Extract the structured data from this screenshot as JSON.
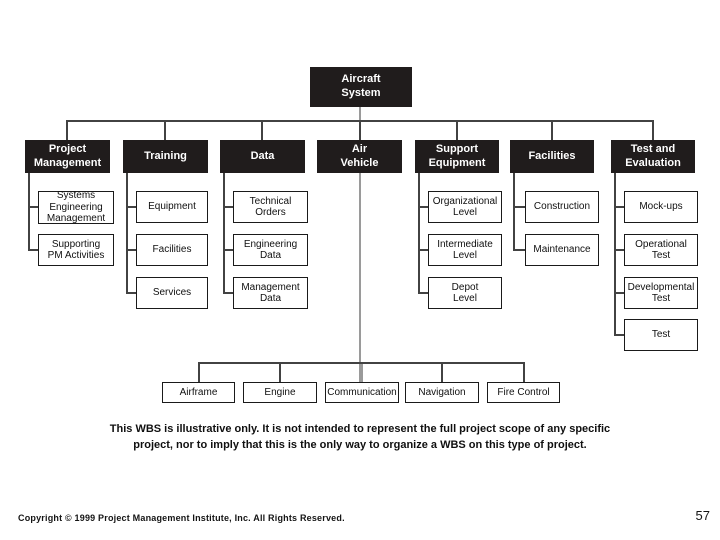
{
  "slide": {
    "root_label": "Aircraft\nSystem",
    "branches": [
      {
        "label": "Project\nManagement",
        "children": [
          "Systems\nEngineering\nManagement",
          "Supporting\nPM Activities"
        ]
      },
      {
        "label": "Training",
        "children": [
          "Equipment",
          "Facilities",
          "Services"
        ]
      },
      {
        "label": "Data",
        "children": [
          "Technical\nOrders",
          "Engineering\nData",
          "Management\nData"
        ]
      },
      {
        "label": "Air\nVehicle",
        "children": [
          "Airframe",
          "Engine",
          "Communication",
          "Navigation",
          "Fire Control"
        ]
      },
      {
        "label": "Support\nEquipment",
        "children": [
          "Organizational\nLevel",
          "Intermediate\nLevel",
          "Depot\nLevel"
        ]
      },
      {
        "label": "Facilities",
        "children": [
          "Construction",
          "Maintenance"
        ]
      },
      {
        "label": "Test and\nEvaluation",
        "children": [
          "Mock-ups",
          "Operational\nTest",
          "Developmental\nTest",
          "Test"
        ]
      }
    ],
    "caption": "This WBS is illustrative only. It is not intended to represent the full project scope of any specific\nproject, nor to imply that this is the only way to organize a WBS on this type of project.",
    "footer": {
      "copyright": "Copyright © 1999 Project Management Institute, Inc. All Rights Reserved.",
      "page_number": "57"
    },
    "colors": {
      "node_fill": "#201c1c",
      "node_text": "#ffffff",
      "connector_dark": "#424242",
      "connector_light": "#9a9a9a",
      "child_border": "#1a1a1a"
    }
  }
}
